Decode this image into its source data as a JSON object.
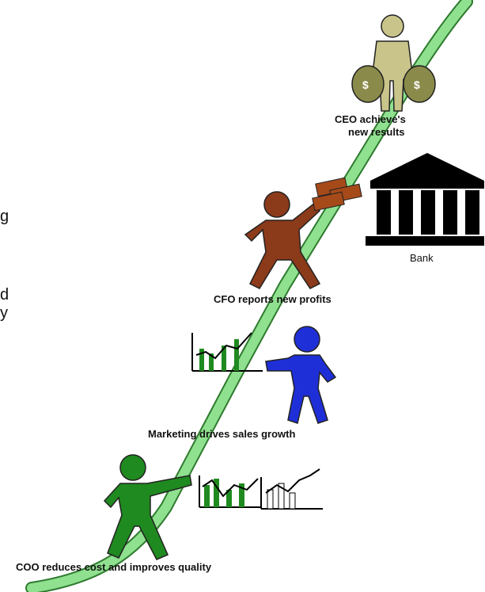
{
  "side_text": {
    "line1_tail": "g",
    "line2_tail": "d",
    "line3_tail": "y"
  },
  "labels": {
    "ceo": [
      "CEO achieve's",
      "new results"
    ],
    "bank": "Bank",
    "cfo": "CFO reports new profits",
    "marketing": "Marketing drives sales growth",
    "coo": "COO reduces cost and improves quality"
  },
  "icons": {
    "ceo": "man-with-money-bags-icon",
    "bank": "bank-building-icon",
    "cfo": "man-carrying-cash-icon",
    "marketing": "man-pointing-icon",
    "coo": "man-pointing-icon",
    "charts": "bar-line-chart-icon"
  },
  "colors": {
    "path": "#8fe08f",
    "ceo": "#c9c48a",
    "cfo": "#8b3a1a",
    "marketing": "#1f2fd8",
    "coo": "#1f8a1f",
    "bank": "#000000",
    "chart_bar": "#1f8a1f"
  }
}
